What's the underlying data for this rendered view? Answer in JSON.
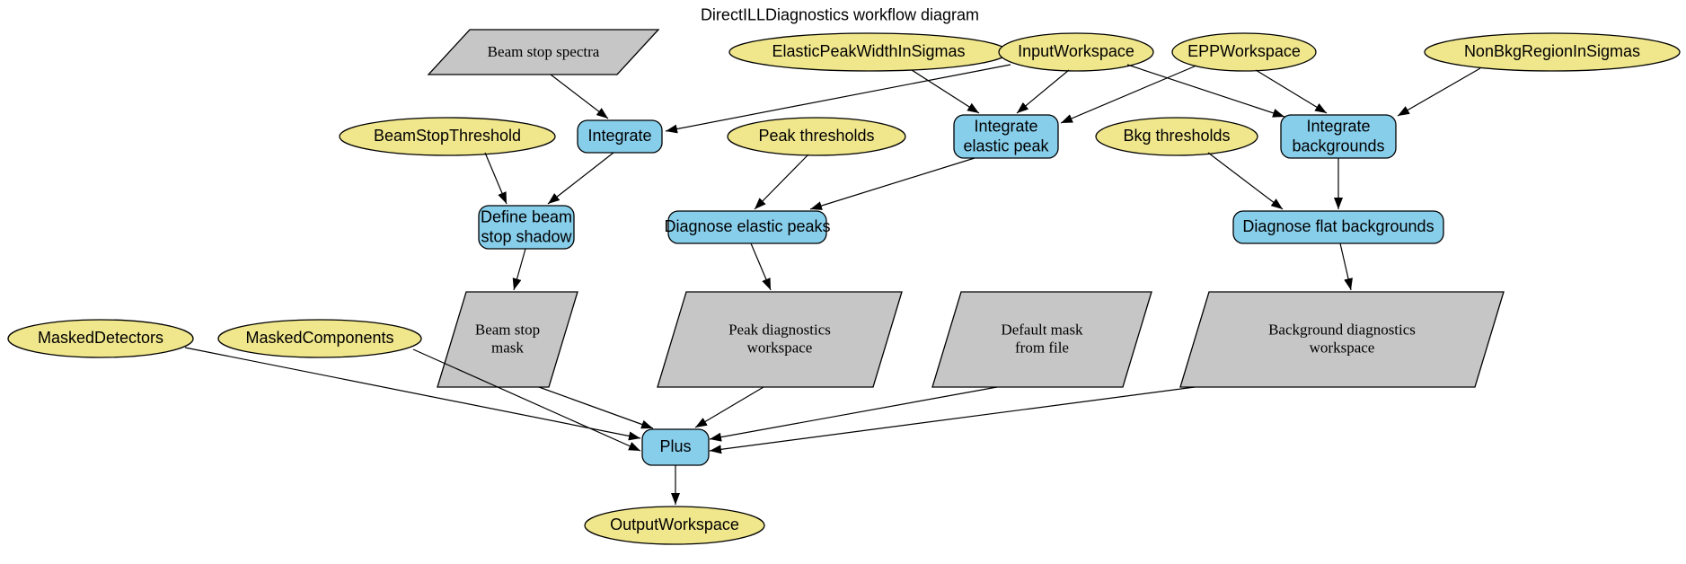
{
  "title": "DirectILLDiagnostics workflow diagram",
  "colors": {
    "parameter_fill": "#F0E68C",
    "algorithm_fill": "#87CEEB",
    "data_fill": "#C6C6C6",
    "stroke": "#000000",
    "background": "#FFFFFF"
  },
  "nodes": [
    {
      "id": "beam_stop_spectra",
      "label": "Beam stop spectra",
      "shape": "data"
    },
    {
      "id": "elastic_peak_width_in_sigmas",
      "label": "ElasticPeakWidthInSigmas",
      "shape": "parameter"
    },
    {
      "id": "input_workspace",
      "label": "InputWorkspace",
      "shape": "parameter"
    },
    {
      "id": "epp_workspace",
      "label": "EPPWorkspace",
      "shape": "parameter"
    },
    {
      "id": "non_bkg_region_in_sigmas",
      "label": "NonBkgRegionInSigmas",
      "shape": "parameter"
    },
    {
      "id": "beam_stop_threshold",
      "label": "BeamStopThreshold",
      "shape": "parameter"
    },
    {
      "id": "integrate",
      "label": "Integrate",
      "shape": "algorithm"
    },
    {
      "id": "peak_thresholds",
      "label": "Peak thresholds",
      "shape": "parameter"
    },
    {
      "id": "integrate_elastic_peak",
      "label": "Integrate\nelastic peak",
      "shape": "algorithm"
    },
    {
      "id": "bkg_thresholds",
      "label": "Bkg thresholds",
      "shape": "parameter"
    },
    {
      "id": "integrate_backgrounds",
      "label": "Integrate\nbackgrounds",
      "shape": "algorithm"
    },
    {
      "id": "define_beam_stop_shadow",
      "label": "Define beam\nstop shadow",
      "shape": "algorithm"
    },
    {
      "id": "diagnose_elastic_peaks",
      "label": "Diagnose elastic peaks",
      "shape": "algorithm"
    },
    {
      "id": "diagnose_flat_backgrounds",
      "label": "Diagnose flat backgrounds",
      "shape": "algorithm"
    },
    {
      "id": "masked_detectors",
      "label": "MaskedDetectors",
      "shape": "parameter"
    },
    {
      "id": "masked_components",
      "label": "MaskedComponents",
      "shape": "parameter"
    },
    {
      "id": "beam_stop_mask",
      "label": "Beam stop\nmask",
      "shape": "data"
    },
    {
      "id": "peak_diagnostics_workspace",
      "label": "Peak diagnostics\nworkspace",
      "shape": "data"
    },
    {
      "id": "default_mask_from_file",
      "label": "Default mask\nfrom file",
      "shape": "data"
    },
    {
      "id": "background_diagnostics_workspace",
      "label": "Background diagnostics\nworkspace",
      "shape": "data"
    },
    {
      "id": "plus",
      "label": "Plus",
      "shape": "algorithm"
    },
    {
      "id": "output_workspace",
      "label": "OutputWorkspace",
      "shape": "parameter"
    }
  ],
  "edges": [
    {
      "from": "beam_stop_spectra",
      "to": "integrate"
    },
    {
      "from": "input_workspace",
      "to": "integrate"
    },
    {
      "from": "elastic_peak_width_in_sigmas",
      "to": "integrate_elastic_peak"
    },
    {
      "from": "input_workspace",
      "to": "integrate_elastic_peak"
    },
    {
      "from": "epp_workspace",
      "to": "integrate_elastic_peak"
    },
    {
      "from": "input_workspace",
      "to": "integrate_backgrounds"
    },
    {
      "from": "epp_workspace",
      "to": "integrate_backgrounds"
    },
    {
      "from": "non_bkg_region_in_sigmas",
      "to": "integrate_backgrounds"
    },
    {
      "from": "beam_stop_threshold",
      "to": "define_beam_stop_shadow"
    },
    {
      "from": "integrate",
      "to": "define_beam_stop_shadow"
    },
    {
      "from": "peak_thresholds",
      "to": "diagnose_elastic_peaks"
    },
    {
      "from": "integrate_elastic_peak",
      "to": "diagnose_elastic_peaks"
    },
    {
      "from": "bkg_thresholds",
      "to": "diagnose_flat_backgrounds"
    },
    {
      "from": "integrate_backgrounds",
      "to": "diagnose_flat_backgrounds"
    },
    {
      "from": "define_beam_stop_shadow",
      "to": "beam_stop_mask"
    },
    {
      "from": "diagnose_elastic_peaks",
      "to": "peak_diagnostics_workspace"
    },
    {
      "from": "diagnose_flat_backgrounds",
      "to": "background_diagnostics_workspace"
    },
    {
      "from": "masked_detectors",
      "to": "plus"
    },
    {
      "from": "masked_components",
      "to": "plus"
    },
    {
      "from": "beam_stop_mask",
      "to": "plus"
    },
    {
      "from": "peak_diagnostics_workspace",
      "to": "plus"
    },
    {
      "from": "default_mask_from_file",
      "to": "plus"
    },
    {
      "from": "background_diagnostics_workspace",
      "to": "plus"
    },
    {
      "from": "plus",
      "to": "output_workspace"
    }
  ]
}
